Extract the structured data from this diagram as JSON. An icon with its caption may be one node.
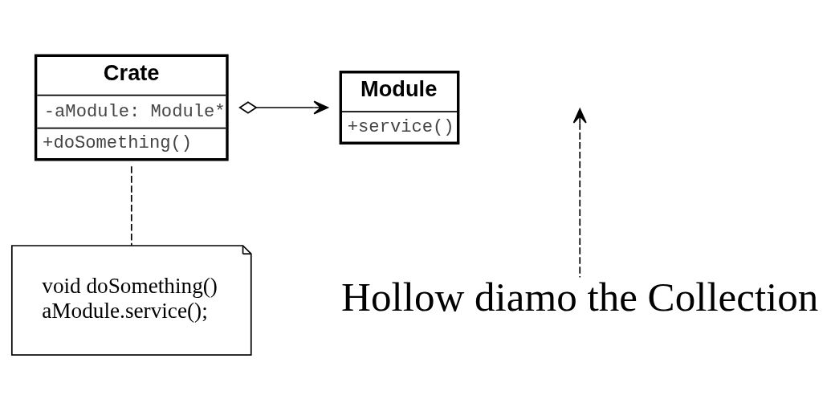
{
  "diagram": {
    "nodes": [
      {
        "text": [
          "Crate",
          "-aModule: Module*",
          "+doSomething()"
        ]
      },
      {
        "text": [
          "Module",
          "+service()"
        ]
      },
      {
        "text": [
          "void doSomething()",
          "aModule.service();"
        ]
      },
      {
        "text": [
          "Hollow diamo the Collection"
        ]
      }
    ],
    "edges": [
      {
        "from": 0,
        "to": 1,
        "arrow": "to"
      },
      {
        "from": 2,
        "to": 0,
        "arrow": "none",
        "style": "dashed"
      },
      {
        "from": 3,
        "to": null,
        "arrow": "to",
        "style": "dashed"
      }
    ]
  }
}
